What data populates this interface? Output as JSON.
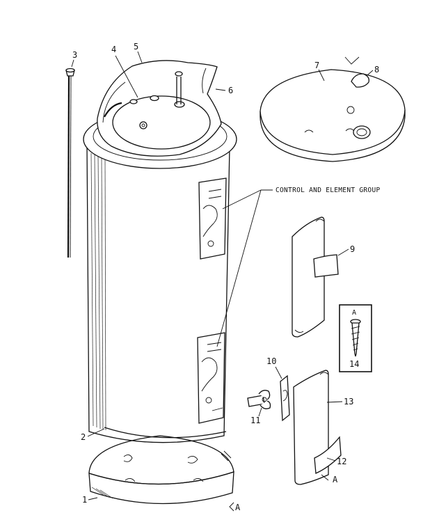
{
  "callouts": {
    "c1": "1",
    "c2": "2",
    "c3": "3",
    "c4": "4",
    "c5": "5",
    "c6": "6",
    "c7": "7",
    "c8": "8",
    "c9": "9",
    "c10": "10",
    "c11": "11",
    "c12": "12",
    "c13": "13",
    "c14": "14"
  },
  "group_label": "CONTROL AND ELEMENT GROUP",
  "letter_a_box": "A",
  "letter_a_bottom": "A",
  "letter_a_right": "A"
}
